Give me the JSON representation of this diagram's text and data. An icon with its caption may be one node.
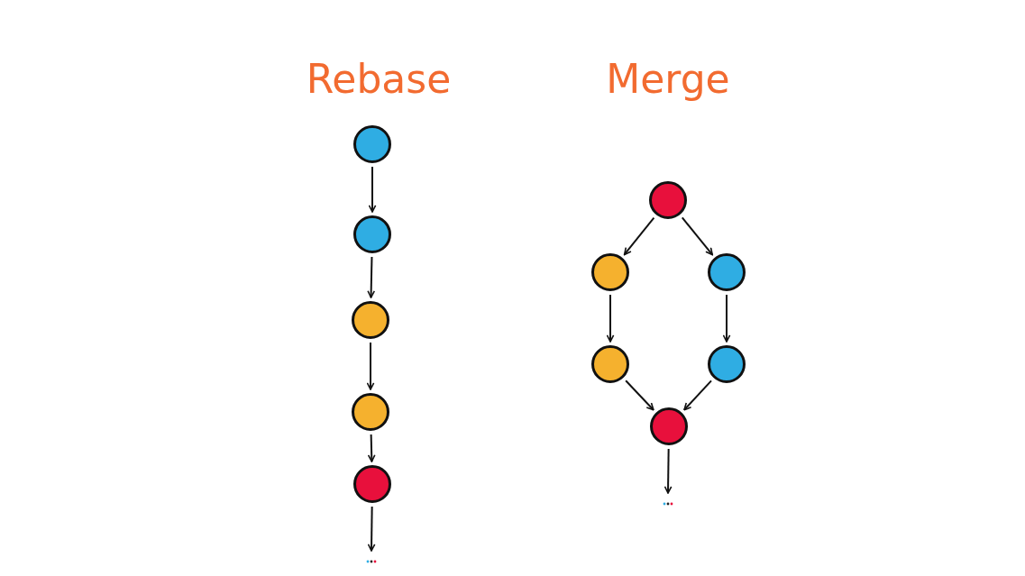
{
  "diagram": {
    "nodes": [
      {
        "text": [],
        "shape": "circle"
      },
      {
        "text": [],
        "shape": "circle"
      },
      {
        "text": [],
        "shape": "circle"
      },
      {
        "text": [],
        "shape": "circle"
      },
      {
        "text": [],
        "shape": "circle"
      },
      {
        "text": [],
        "shape": "circle"
      },
      {
        "text": [],
        "shape": "circle"
      },
      {
        "text": [],
        "shape": "circle"
      },
      {
        "text": [],
        "shape": "circle"
      },
      {
        "text": [],
        "shape": "circle"
      },
      {
        "text": [],
        "shape": "circle"
      }
    ],
    "edges": [
      {
        "from": 0,
        "to": 1,
        "arrow": "to"
      },
      {
        "from": 1,
        "to": 2,
        "arrow": "to"
      },
      {
        "from": 2,
        "to": 3,
        "arrow": "to"
      },
      {
        "from": 3,
        "to": 4,
        "arrow": "to"
      },
      {
        "from": 4,
        "to": null,
        "arrow": "to"
      },
      {
        "from": 5,
        "to": 6,
        "arrow": "to"
      },
      {
        "from": 5,
        "to": 7,
        "arrow": "to"
      },
      {
        "from": 6,
        "to": 8,
        "arrow": "to"
      },
      {
        "from": 7,
        "to": 9,
        "arrow": "to"
      },
      {
        "from": 8,
        "to": 10,
        "arrow": "to"
      },
      {
        "from": 9,
        "to": 10,
        "arrow": "to"
      },
      {
        "from": 10,
        "to": null,
        "arrow": "to"
      }
    ],
    "labels": [
      "Rebase",
      "Merge"
    ]
  }
}
